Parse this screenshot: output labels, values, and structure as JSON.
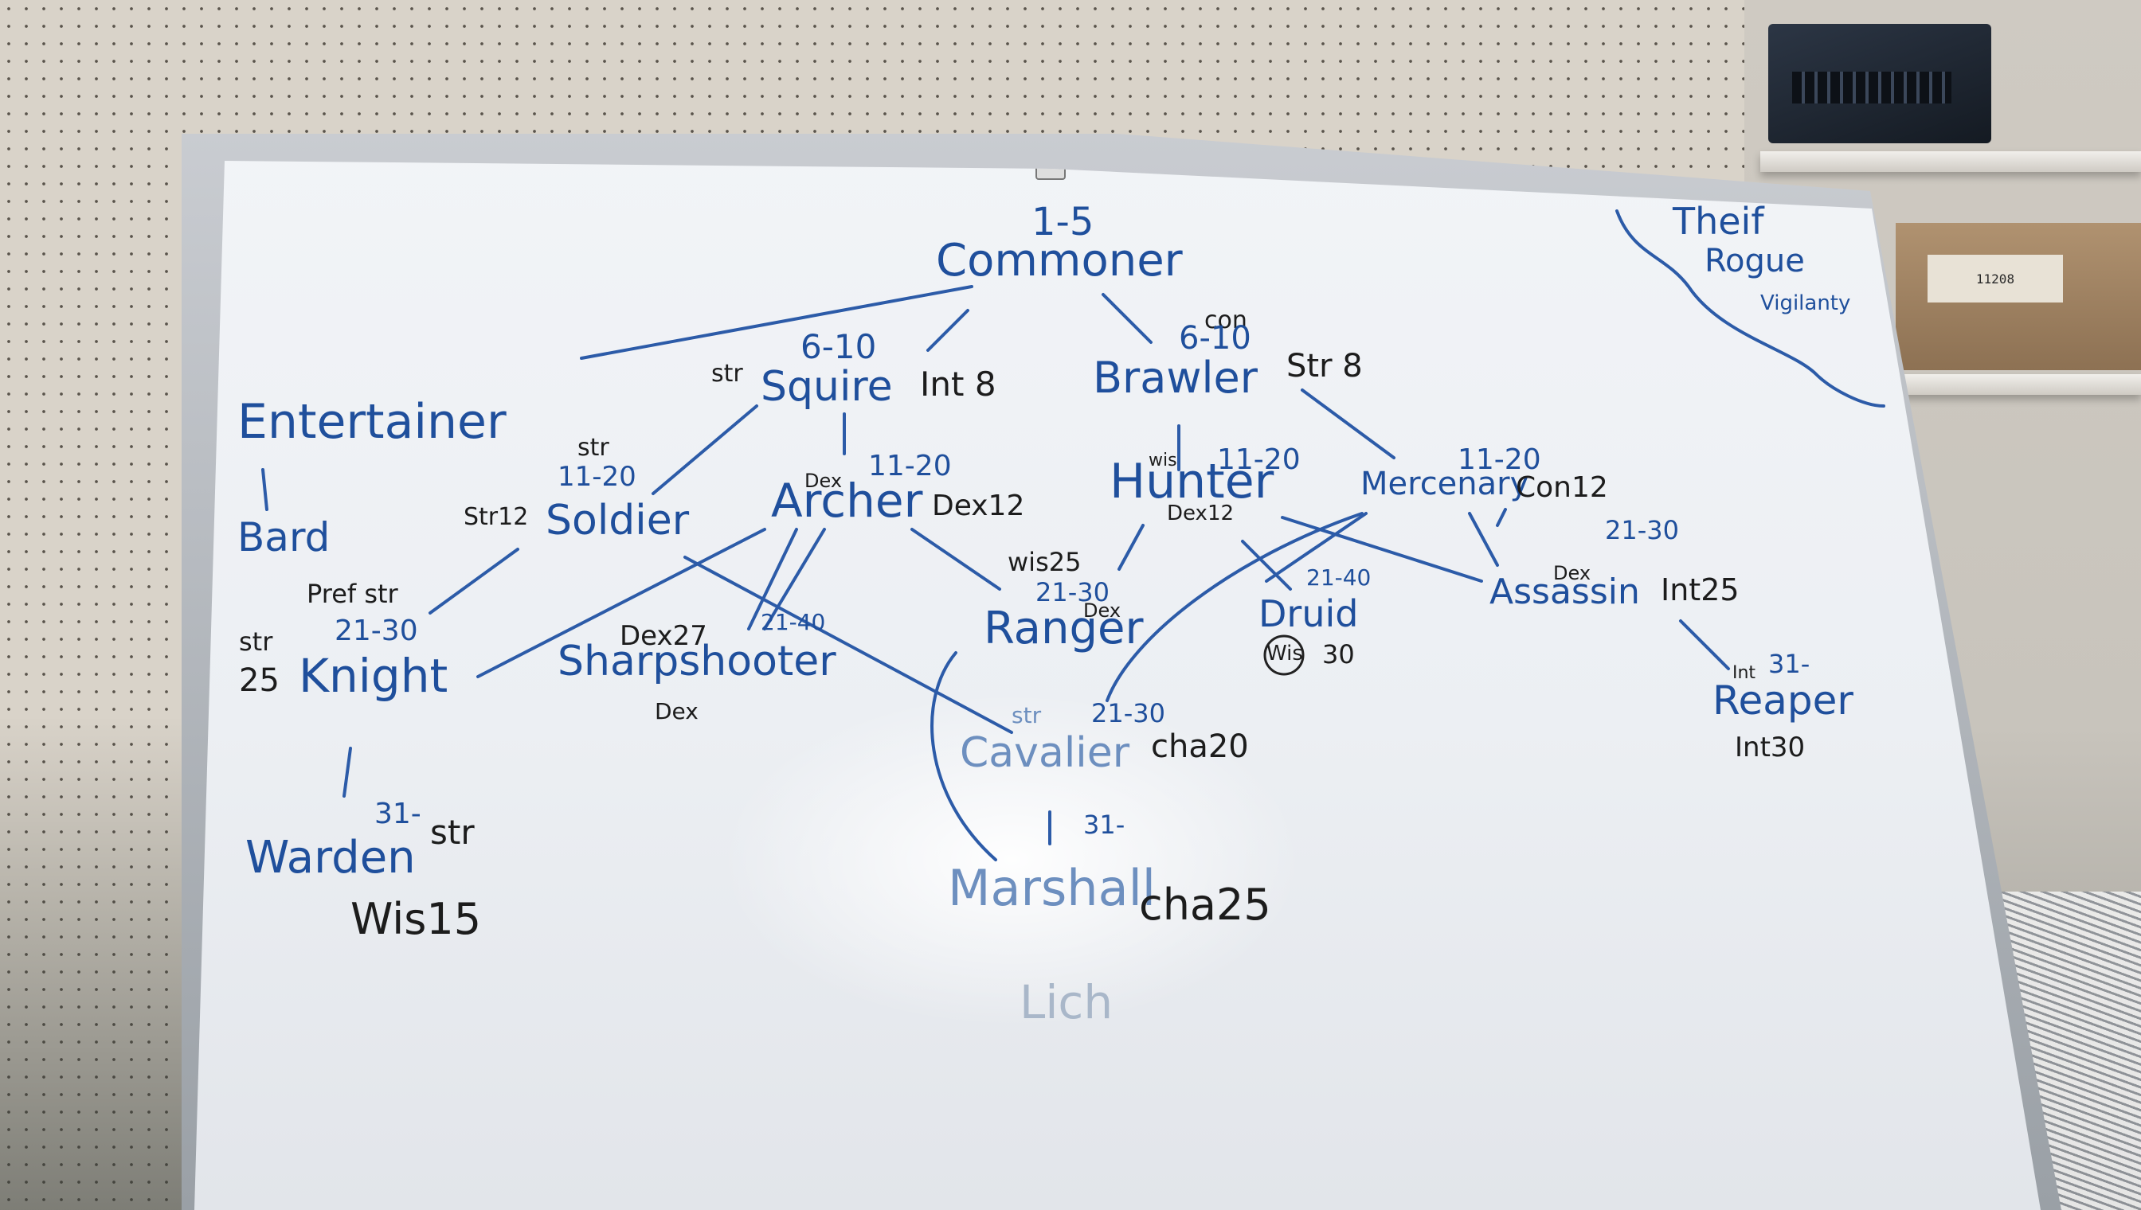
{
  "board": {
    "levels": {
      "commoner": "1-5",
      "squire": "6-10",
      "brawler_con": "con",
      "brawler": "6-10",
      "soldier": "11-20",
      "archer": "11-20",
      "hunter": "11-20",
      "mercenary": "11-20",
      "knight": "21-30",
      "sharpshooter": "21-40",
      "ranger": "21-30",
      "druid": "21-40",
      "assassin": "21-30",
      "cavalier": "21-30",
      "warden": "31-",
      "marshall": "31-",
      "reaper": "31-"
    },
    "classes": {
      "commoner": "Commoner",
      "squire": "Squire",
      "brawler": "Brawler",
      "entertainer": "Entertainer",
      "bard": "Bard",
      "soldier": "Soldier",
      "archer": "Archer",
      "hunter": "Hunter",
      "mercenary": "Mercenary",
      "knight": "Knight",
      "sharpshooter": "Sharpshooter",
      "ranger": "Ranger",
      "druid": "Druid",
      "assassin": "Assassin",
      "reaper": "Reaper",
      "cavalier": "Cavalier",
      "warden": "Warden",
      "marshall": "Marshall",
      "lich": "Lich",
      "theif": "Theif",
      "rogue": "Rogue",
      "vigilante": "Vigilanty"
    },
    "stats": {
      "squire_str": "str",
      "squire_int": "Int 8",
      "brawler_str": "Str 8",
      "soldier_str_top": "str",
      "soldier_str": "Str12",
      "archer_dex_top": "Dex",
      "archer_dex": "Dex12",
      "hunter_wis": "wis",
      "hunter_dex": "Dex12",
      "mercenary_con": "Con12",
      "knight_pref": "Pref str",
      "knight_str": "str",
      "knight_25": "25",
      "sharpshooter_dex": "Dex27",
      "sharpshooter_dex_below": "Dex",
      "ranger_wis": "wis25",
      "ranger_dex": "Dex",
      "druid_wis": "Wis",
      "druid_30": "30",
      "assassin_dex": "Dex",
      "assassin_int": "Int25",
      "reaper_int_top": "Int",
      "reaper_int": "Int30",
      "cavalier_str": "str",
      "cavalier_cha": "cha20",
      "warden_str": "str",
      "warden_wis": "Wis15",
      "marshall_cha": "cha25"
    }
  },
  "background": {
    "box_label": "11208"
  }
}
